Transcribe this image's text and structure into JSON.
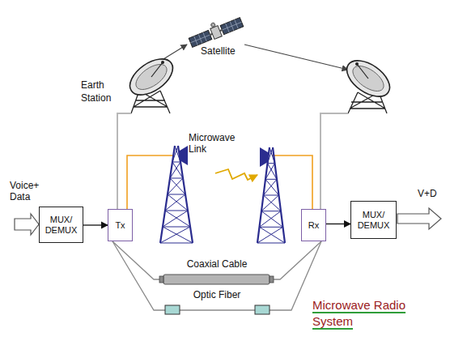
{
  "diagram": {
    "nodes": [
      {
        "text": [
          "MUX/ DEMUX"
        ]
      },
      {
        "text": [
          "Tx"
        ]
      },
      {
        "text": [
          "Rx"
        ]
      },
      {
        "text": [
          "MUX/ DEMUX"
        ]
      }
    ],
    "edges": [
      {
        "from": 0,
        "to": 1,
        "arrow": "to"
      },
      {
        "from": 1,
        "to": 2,
        "label": "Coaxial Cable",
        "arrow": "none"
      },
      {
        "from": 1,
        "to": 2,
        "label": "Optic Fiber",
        "arrow": "none"
      },
      {
        "from": 2,
        "to": 3,
        "arrow": "to"
      }
    ],
    "labels": [
      "Satellite",
      "Earth Station",
      "Microwave Link",
      "Voice+ Data",
      "V+D",
      "Microwave Radio System"
    ]
  }
}
